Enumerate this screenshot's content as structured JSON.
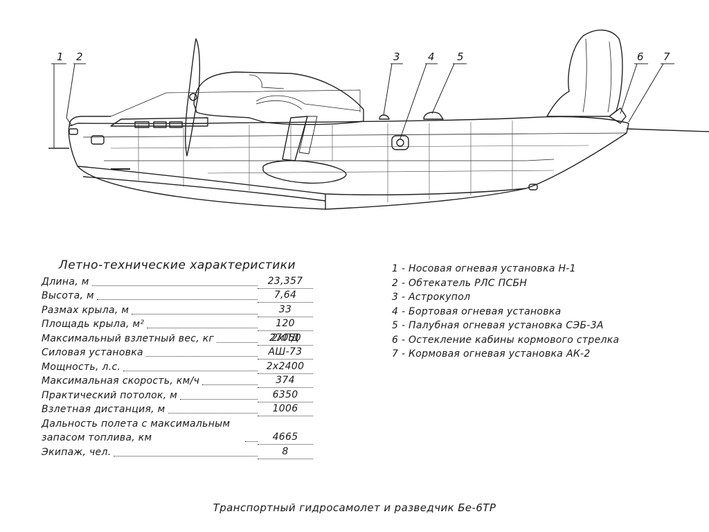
{
  "callouts": [
    "1",
    "2",
    "3",
    "4",
    "5",
    "6",
    "7"
  ],
  "specs": {
    "title": "Летно-технические характеристики",
    "rows": [
      {
        "name": "Длина, м",
        "value": "23,357"
      },
      {
        "name": "Высота, м",
        "value": "7,64"
      },
      {
        "name": "Размах крыла, м",
        "value": "33"
      },
      {
        "name": "Площадь крыла, м²",
        "value": "120"
      },
      {
        "name": "Максимальный взлетный вес, кг",
        "value": "27050"
      },
      {
        "name": "Силовая установка",
        "value": "2хПД АШ-73"
      },
      {
        "name": "Мощность, л.с.",
        "value": "2х2400"
      },
      {
        "name": "Максимальная скорость, км/ч",
        "value": "374"
      },
      {
        "name": "Практический потолок, м",
        "value": "6350"
      },
      {
        "name": "Взлетная дистанция, м",
        "value": "1006"
      },
      {
        "name": "Дальность полета с максимальным запасом топлива, км",
        "value": "4665"
      },
      {
        "name": "Экипаж, чел.",
        "value": "8"
      }
    ]
  },
  "legend": [
    "1 - Носовая огневая установка Н-1",
    "2 - Обтекатель РЛС ПСБН",
    "3 - Астрокупол",
    "4 - Бортовая огневая установка",
    "5 - Палубная огневая установка СЭБ-3А",
    "6 - Остекление кабины кормового стрелка",
    "7 - Кормовая огневая установка АК-2"
  ],
  "caption": "Транспортный гидросамолет и разведчик Бе-6ТР"
}
